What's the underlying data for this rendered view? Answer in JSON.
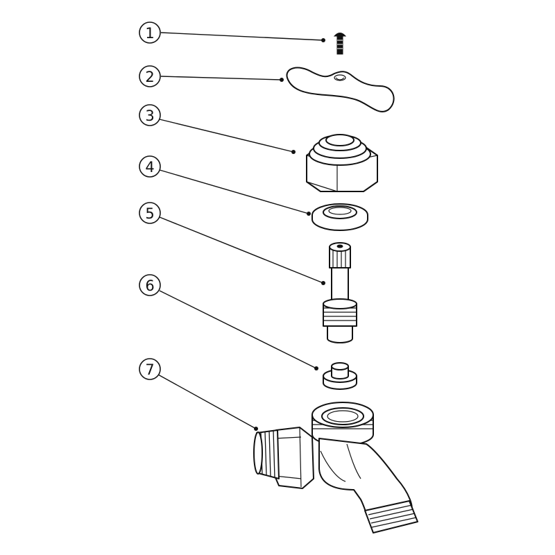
{
  "callouts": [
    {
      "label": "1",
      "part_icon": "screw-icon"
    },
    {
      "label": "2",
      "part_icon": "handle-icon"
    },
    {
      "label": "3",
      "part_icon": "hex-nut-icon"
    },
    {
      "label": "4",
      "part_icon": "washer-icon"
    },
    {
      "label": "5",
      "part_icon": "spindle-icon"
    },
    {
      "label": "6",
      "part_icon": "valve-seat-icon"
    },
    {
      "label": "7",
      "part_icon": "faucet-body-icon"
    }
  ],
  "colors": {
    "line": "#111111",
    "background": "#ffffff"
  }
}
